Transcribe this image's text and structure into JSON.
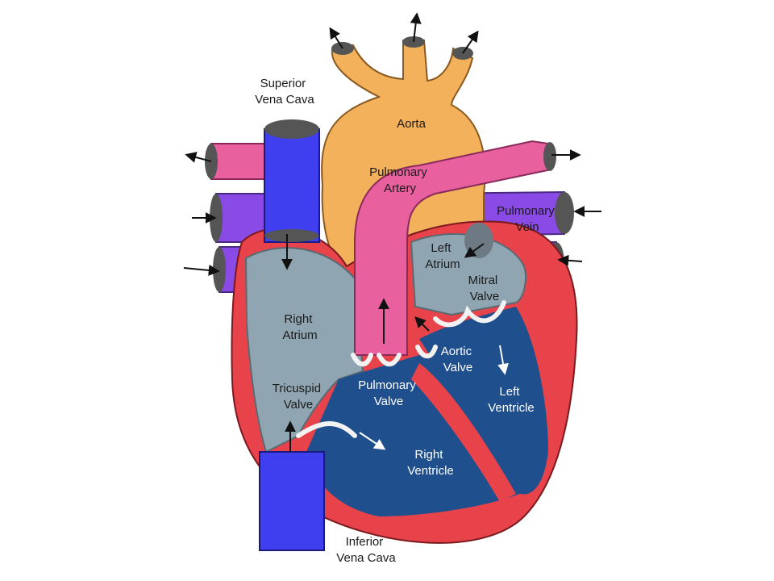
{
  "labels": {
    "superior_vena_cava": [
      "Superior",
      "Vena Cava"
    ],
    "aorta": [
      "Aorta"
    ],
    "pulmonary_artery": [
      "Pulmonary",
      "Artery"
    ],
    "pulmonary_vein": [
      "Pulmonary",
      "Vein"
    ],
    "left_atrium": [
      "Left",
      "Atrium"
    ],
    "mitral_valve": [
      "Mitral",
      "Valve"
    ],
    "right_atrium": [
      "Right",
      "Atrium"
    ],
    "aortic_valve": [
      "Aortic",
      "Valve"
    ],
    "tricuspid_valve": [
      "Tricuspid",
      "Valve"
    ],
    "pulmonary_valve": [
      "Pulmonary",
      "Valve"
    ],
    "left_ventricle": [
      "Left",
      "Ventricle"
    ],
    "right_ventricle": [
      "Right",
      "Ventricle"
    ],
    "inferior_vena_cava": [
      "Inferior",
      "Vena Cava"
    ]
  },
  "colors": {
    "aorta": "#f2b15a",
    "pulmonary_artery": "#e8609e",
    "vena_cava": "#3f3ff0",
    "pulmonary_vein": "#8a4ae6",
    "myocardium": "#e8434a",
    "atrium": "#8fa6b2",
    "ventricle": "#1f4f8c",
    "valve": "#f2f2f2"
  }
}
